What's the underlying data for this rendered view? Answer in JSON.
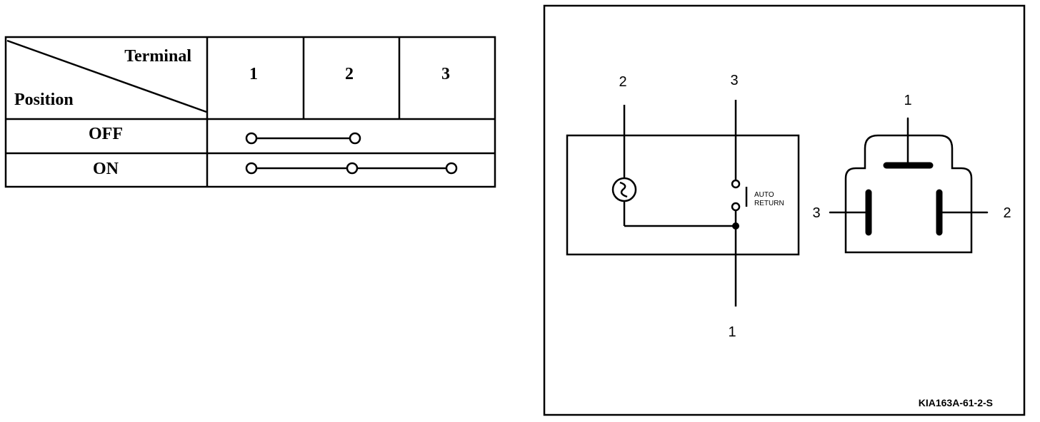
{
  "table": {
    "header_terminal": "Terminal",
    "header_position": "Position",
    "terminals": [
      "1",
      "2",
      "3"
    ],
    "rows": [
      {
        "position": "OFF",
        "connected_terminals": [
          "1",
          "2"
        ]
      },
      {
        "position": "ON",
        "connected_terminals": [
          "1",
          "2",
          "3"
        ]
      }
    ]
  },
  "schematic": {
    "terminal_top_left": "2",
    "terminal_top_right": "3",
    "terminal_bottom": "1",
    "switch_label_line1": "AUTO",
    "switch_label_line2": "RETURN"
  },
  "connector": {
    "pin_top": "1",
    "pin_left": "3",
    "pin_right": "2"
  },
  "figure_code": "KIA163A-61-2-S"
}
